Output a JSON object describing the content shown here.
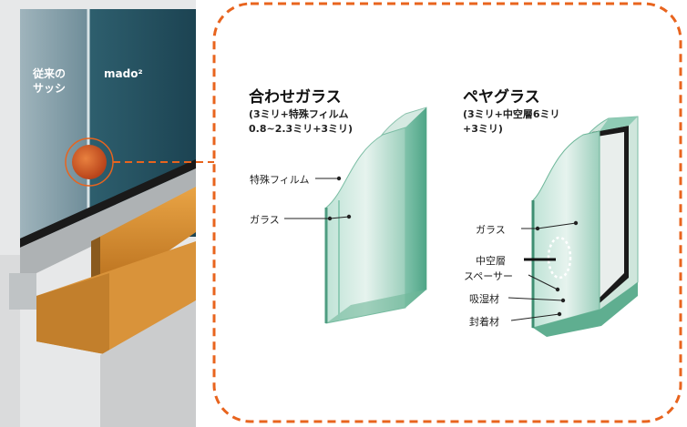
{
  "window": {
    "left_label_line1": "従来の",
    "left_label_line2": "サッシ",
    "right_label": "mado²"
  },
  "laminated": {
    "title": "合わせガラス",
    "spec_line1": "(3ミリ+特殊フィルム",
    "spec_line2": "0.8~2.3ミリ+3ミリ)",
    "labels": [
      "特殊フィルム",
      "ガラス"
    ]
  },
  "pair": {
    "title": "ペヤグラス",
    "spec_line1": "(3ミリ+中空層6ミリ",
    "spec_line2": "+3ミリ)",
    "labels": [
      "ガラス",
      "中空層",
      "スペーサー",
      "吸湿材",
      "封着材"
    ]
  },
  "colors": {
    "accent_orange": "#E8641E",
    "glass_green": "#A9D7C6",
    "frame_dark": "#1F4B5A",
    "wood": "#D98C2B"
  }
}
